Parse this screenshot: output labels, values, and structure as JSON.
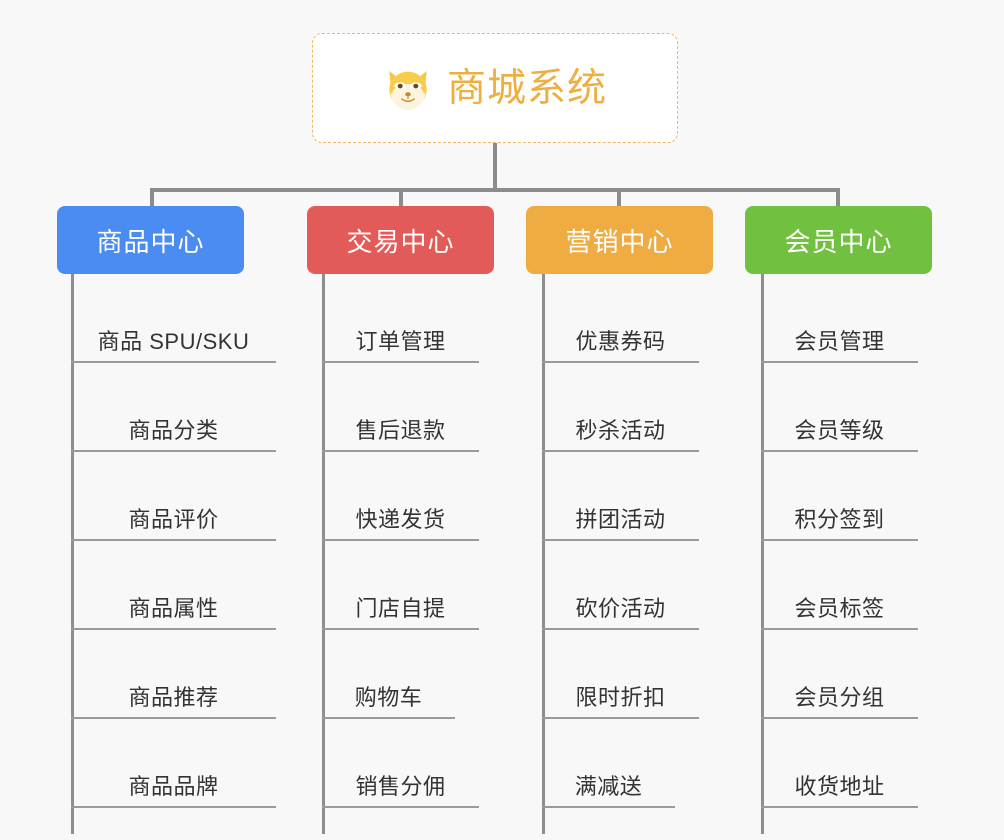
{
  "diagram": {
    "type": "org-chart",
    "root": {
      "title": "商城系统",
      "icon": "shiba-dog-icon",
      "border_color": "#edb95e",
      "text_color": "#edaf3f"
    },
    "connector_color": "#8c8c8c",
    "background": "#f8f8f8",
    "branches": [
      {
        "label": "商品中心",
        "color": "#4a8cf2",
        "items": [
          "商品 SPU/SKU",
          "商品分类",
          "商品评价",
          "商品属性",
          "商品推荐",
          "商品品牌"
        ]
      },
      {
        "label": "交易中心",
        "color": "#e35b58",
        "items": [
          "订单管理",
          "售后退款",
          "快递发货",
          "门店自提",
          "购物车",
          "销售分佣"
        ]
      },
      {
        "label": "营销中心",
        "color": "#eeac42",
        "items": [
          "优惠券码",
          "秒杀活动",
          "拼团活动",
          "砍价活动",
          "限时折扣",
          "满减送"
        ]
      },
      {
        "label": "会员中心",
        "color": "#72c040",
        "items": [
          "会员管理",
          "会员等级",
          "积分签到",
          "会员标签",
          "会员分组",
          "收货地址"
        ]
      }
    ]
  }
}
